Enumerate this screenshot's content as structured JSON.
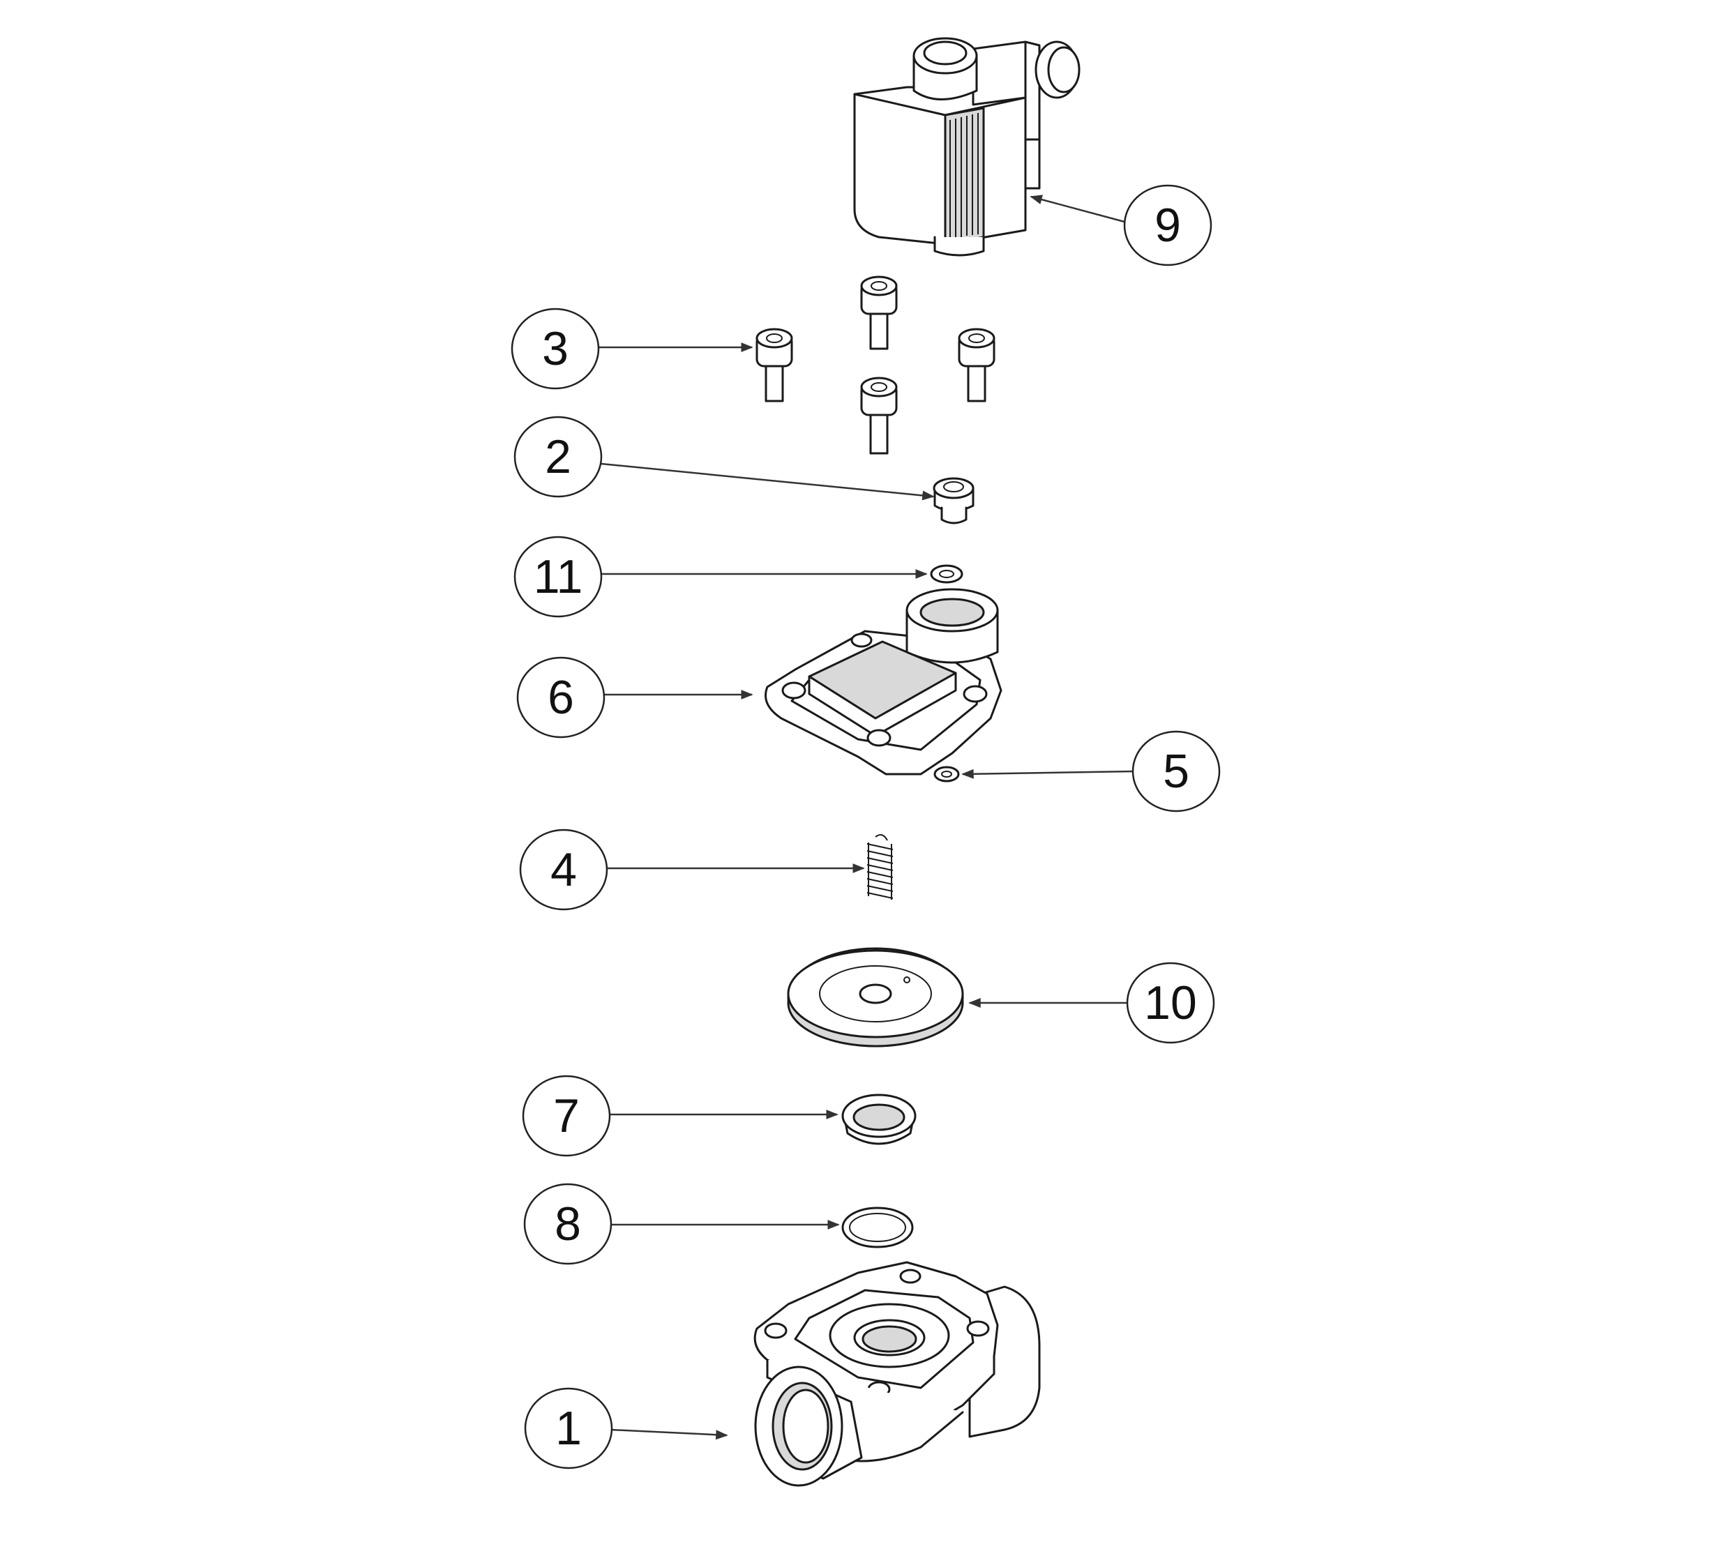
{
  "callouts": [
    {
      "id": "1",
      "label": "1"
    },
    {
      "id": "2",
      "label": "2"
    },
    {
      "id": "3",
      "label": "3"
    },
    {
      "id": "4",
      "label": "4"
    },
    {
      "id": "5",
      "label": "5"
    },
    {
      "id": "6",
      "label": "6"
    },
    {
      "id": "7",
      "label": "7"
    },
    {
      "id": "8",
      "label": "8"
    },
    {
      "id": "9",
      "label": "9"
    },
    {
      "id": "10",
      "label": "10"
    },
    {
      "id": "11",
      "label": "11"
    }
  ],
  "colors": {
    "line": "#1a1a1a",
    "shade": "#d9d9d9",
    "background": "#ffffff"
  }
}
